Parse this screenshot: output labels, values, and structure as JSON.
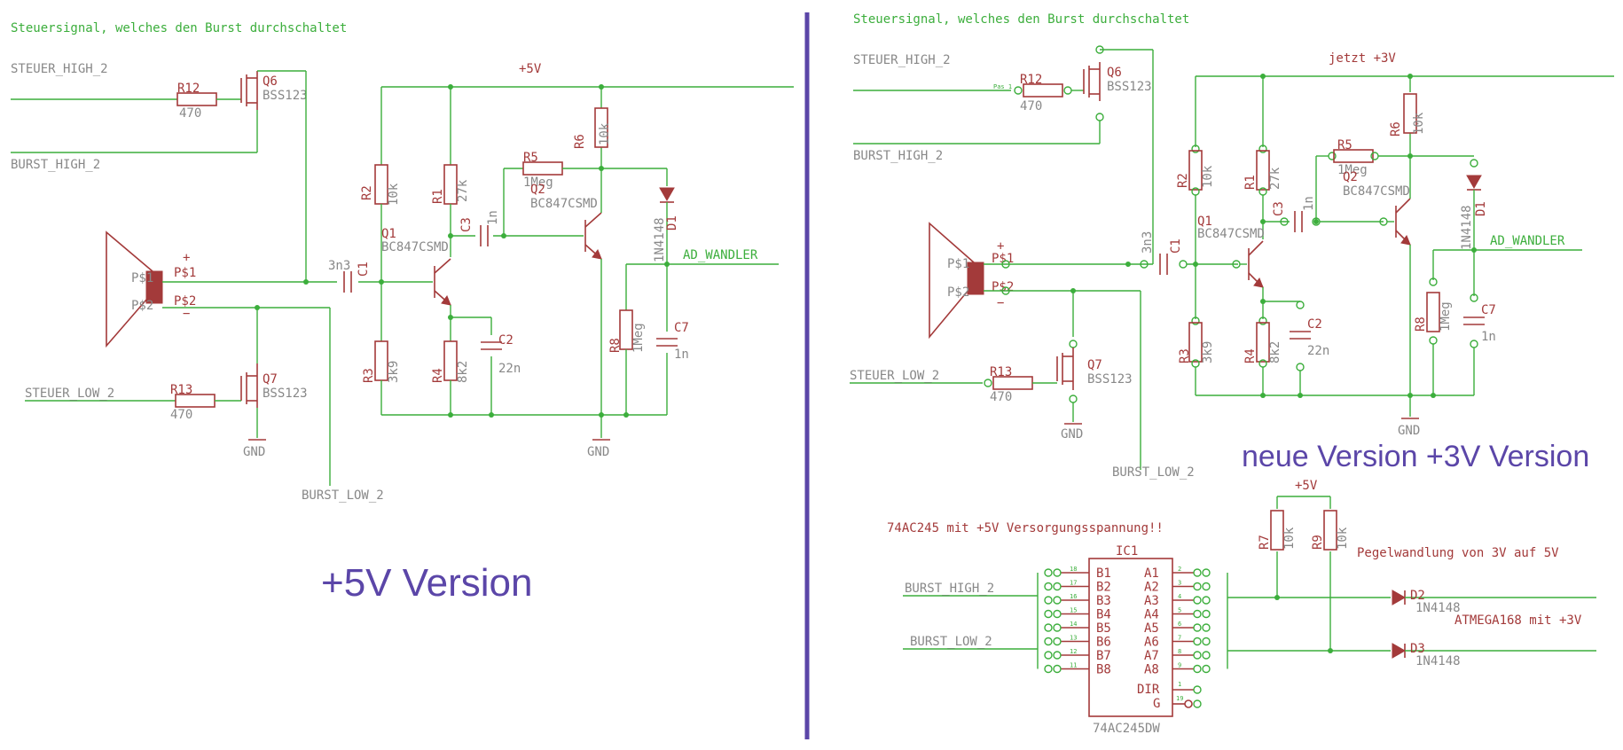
{
  "left": {
    "caption": "Steuersignal, welches den Burst durchschaltet",
    "rail": "+5V",
    "nets": {
      "steuer_high": "STEUER_HIGH_2",
      "burst_high": "BURST_HIGH_2",
      "steuer_low": "STEUER_LOW_2",
      "burst_low": "BURST_LOW_2",
      "ad": "AD_WANDLER",
      "gnd1": "GND",
      "gnd2": "GND"
    },
    "parts": {
      "r12": "R12",
      "r12v": "470",
      "q6": "Q6",
      "q6v": "BSS123",
      "r13": "R13",
      "r13v": "470",
      "q7": "Q7",
      "q7v": "BSS123",
      "r2": "R2",
      "r2v": "10k",
      "r1": "R1",
      "r1v": "27k",
      "r3": "R3",
      "r3v": "3k9",
      "r4": "R4",
      "r4v": "8k2",
      "c1": "C1",
      "c1v": "3n3",
      "c3": "C3",
      "c3v": "1n",
      "c2": "C2",
      "c2v": "22n",
      "q1": "Q1",
      "q1v": "BC847CSMD",
      "r5": "R5",
      "r5v": "1Meg",
      "q2": "Q2",
      "q2v": "BC847CSMD",
      "r6": "R6",
      "r6v": "10k",
      "d1": "D1",
      "d1v": "1N4148",
      "r8": "R8",
      "r8v": "1Meg",
      "c7": "C7",
      "c7v": "1n",
      "ps1": "P$1",
      "ps2": "P$2",
      "plus": "+",
      "minus": "−"
    },
    "version": "+5V Version"
  },
  "right": {
    "caption": "Steuersignal, welches den Burst durchschaltet",
    "rail": "jetzt +3V",
    "nets": {
      "steuer_high": "STEUER_HIGH_2",
      "burst_high": "BURST_HIGH_2",
      "steuer_low": "STEUER_LOW_2",
      "burst_low": "BURST_LOW_2",
      "ad": "AD_WANDLER",
      "gnd1": "GND",
      "gnd2": "GND"
    },
    "parts": {
      "r12": "R12",
      "r12v": "470",
      "q6": "Q6",
      "q6v": "BSS123",
      "r13": "R13",
      "r13v": "470",
      "q7": "Q7",
      "q7v": "BSS123",
      "r2": "R2",
      "r2v": "10k",
      "r1": "R1",
      "r1v": "27k",
      "r3": "R3",
      "r3v": "3k9",
      "r4": "R4",
      "r4v": "8k2",
      "c1": "C1",
      "c1v": "3n3",
      "c3": "C3",
      "c3v": "1n",
      "c2": "C2",
      "c2v": "22n",
      "q1": "Q1",
      "q1v": "BC847CSMD",
      "r5": "R5",
      "r5v": "1Meg",
      "q2": "Q2",
      "q2v": "BC847CSMD",
      "r6": "R6",
      "r6v": "10k",
      "d1": "D1",
      "d1v": "1N4148",
      "r8": "R8",
      "r8v": "1Meg",
      "c7": "C7",
      "c7v": "1n",
      "ps1": "P$1",
      "ps2": "P$2",
      "plus": "+",
      "minus": "−"
    },
    "version": "neue Version +3V Version",
    "ic": {
      "note": "74AC245 mit +5V Versorgungsspannung!!",
      "name": "IC1",
      "type": "74AC245DW",
      "pins_b": [
        "B1",
        "B2",
        "B3",
        "B4",
        "B5",
        "B6",
        "B7",
        "B8"
      ],
      "pins_a": [
        "A1",
        "A2",
        "A3",
        "A4",
        "A5",
        "A6",
        "A7",
        "A8"
      ],
      "num_b": [
        "18",
        "17",
        "16",
        "15",
        "14",
        "13",
        "12",
        "11"
      ],
      "num_a": [
        "2",
        "3",
        "4",
        "5",
        "6",
        "7",
        "8",
        "9"
      ],
      "dir": "DIR",
      "g": "G",
      "dir_num": "1",
      "g_num": "19",
      "burst_high": "BURST_HIGH_2",
      "burst_low": "BURST_LOW_2",
      "rail": "+5V",
      "r7": "R7",
      "r7v": "10k",
      "r9": "R9",
      "r9v": "10k",
      "pegel": "Pegelwandlung von 3V auf 5V",
      "atmega": "ATMEGA168 mit +3V",
      "d2": "D2",
      "d2v": "1N4148",
      "d3": "D3",
      "d3v": "1N4148"
    }
  }
}
